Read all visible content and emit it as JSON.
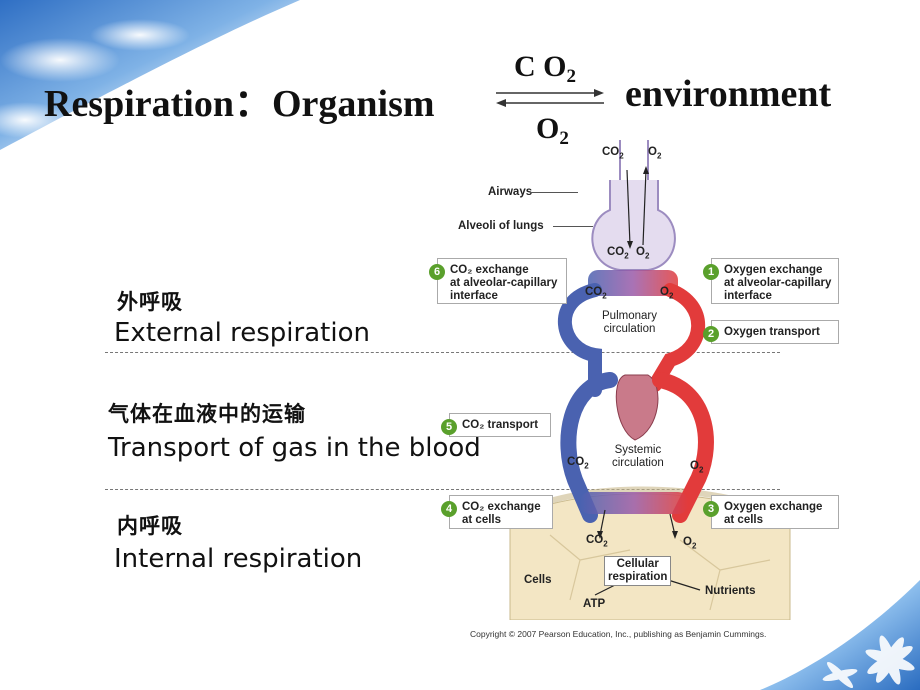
{
  "title": {
    "left": "Respiration：Organism",
    "right": "environment",
    "top_label_base": "C O",
    "top_label_sub": "2",
    "bottom_label_base": "O",
    "bottom_label_sub": "2"
  },
  "sections": [
    {
      "cn": "外呼吸",
      "en": "External respiration"
    },
    {
      "cn": "气体在血液中的运输",
      "en": "Transport of gas in the blood"
    },
    {
      "cn": "内呼吸",
      "en": "Internal respiration"
    }
  ],
  "diagram": {
    "airways": "Airways",
    "alveoli": "Alveoli of lungs",
    "pulmonary": [
      "Pulmonary",
      "circulation"
    ],
    "systemic": [
      "Systemic",
      "circulation"
    ],
    "cells": "Cells",
    "cellular": [
      "Cellular",
      "respiration"
    ],
    "atp": "ATP",
    "nutrients": "Nutrients",
    "co2": "CO",
    "o2": "O",
    "sub2": "2",
    "steps": [
      {
        "num": "1",
        "lines": [
          "Oxygen exchange",
          "at alveolar-capillary",
          "interface"
        ]
      },
      {
        "num": "2",
        "lines": [
          "Oxygen transport"
        ]
      },
      {
        "num": "3",
        "lines": [
          "Oxygen exchange",
          "at cells"
        ]
      },
      {
        "num": "4",
        "lines": [
          "CO₂ exchange",
          "at cells"
        ]
      },
      {
        "num": "5",
        "lines": [
          "CO₂ transport"
        ]
      },
      {
        "num": "6",
        "lines": [
          "CO₂ exchange",
          "at alveolar-capillary",
          "interface"
        ]
      }
    ],
    "copyright": "Copyright © 2007 Pearson Education, Inc., publishing as Benjamin Cummings."
  },
  "colors": {
    "oxygenated": "#e23b3b",
    "deoxygenated": "#4a62b0",
    "mixed": "#9a5aa8",
    "step_badge": "#5aa02c",
    "lung": "#d8cde8",
    "cells_bg": "#f3e6c4"
  }
}
